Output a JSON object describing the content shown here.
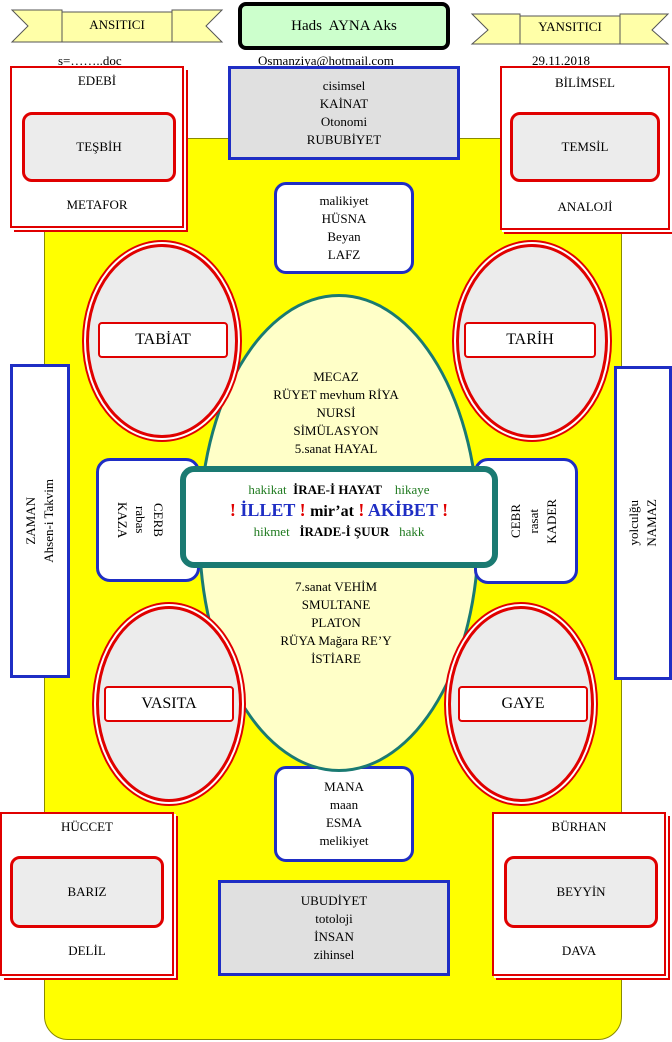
{
  "header": {
    "left_banner": "ANSITICI",
    "title": "Hads  AYNA Aks",
    "right_banner": "YANSITICI",
    "filename": "s=……..doc",
    "email": "Osmanziya@hotmail.com",
    "date": "29.11.2018"
  },
  "corners": {
    "top_left": {
      "top": "EDEBİ",
      "inner": "TEŞBİH",
      "bottom": "METAFOR"
    },
    "top_right": {
      "top": "BİLİMSEL",
      "inner": "TEMSİL",
      "bottom": "ANALOJİ"
    },
    "bottom_left": {
      "top": "HÜCCET",
      "inner": "BARIZ",
      "bottom": "DELİL"
    },
    "bottom_right": {
      "top": "BÜRHAN",
      "inner": "BEYYİN",
      "bottom": "DAVA"
    }
  },
  "top_box": [
    "cisimsel",
    "KAİNAT",
    "Otonomi",
    "RUBUBİYET"
  ],
  "upper_mid_box": [
    "malikiyet",
    "HÜSNA",
    "Beyan",
    "LAFZ"
  ],
  "lower_mid_box": [
    "MANA",
    "maan",
    "ESMA",
    "melikiyet"
  ],
  "bottom_box": [
    "UBUDİYET",
    "totoloji",
    "İNSAN",
    "zihinsel"
  ],
  "ovals": {
    "tabiat": "TABİAT",
    "tarih": "TARİH",
    "vasita": "VASITA",
    "gaye": "GAYE"
  },
  "center_upper": [
    "MECAZ",
    "RÜYET mevhum RİYA",
    "NURSİ",
    "SİMÜLASYON",
    "5.sanat HAYAL"
  ],
  "center_lower": [
    "7.sanat VEHİM",
    "SMULTANE",
    "PLATON",
    "RÜYA Mağara RE’Y",
    "İSTİARE"
  ],
  "left_side": [
    "KAZA",
    "rabas",
    "CERB"
  ],
  "right_side": [
    "CEBR",
    "rasat",
    "KADER"
  ],
  "far_left": [
    "ZAMAN",
    "Ahsen-i Takvim"
  ],
  "far_right": [
    "yolculğu",
    "NAMAZ"
  ],
  "center_box": {
    "row1": {
      "left": "hakikat",
      "middle": "İRAE-İ HAYAT",
      "right": "hikaye"
    },
    "row2": {
      "bang": "!",
      "left": "İLLET",
      "middle": "mir’at",
      "right": "AKİBET"
    },
    "row3": {
      "left": "hikmet",
      "middle": "İRADE-İ ŞUUR",
      "right": "hakk"
    }
  },
  "colors": {
    "yellow": "#ffff00",
    "red": "#e00000",
    "blue": "#1f2ec4",
    "teal": "#1a7a72",
    "green": "#1f7a1f"
  }
}
